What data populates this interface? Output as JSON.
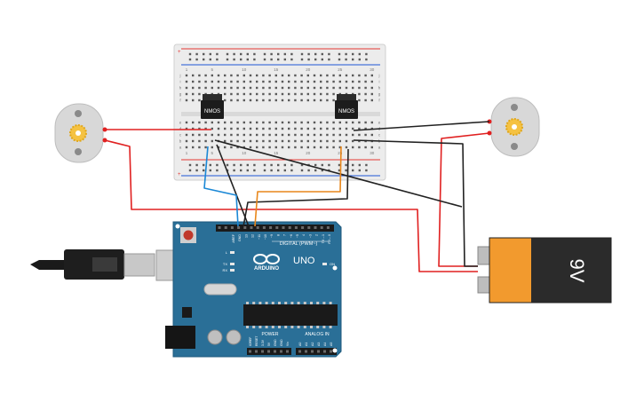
{
  "canvas": {
    "background": "#ffffff"
  },
  "breadboard": {
    "column_numbers": [
      "1",
      "5",
      "10",
      "15",
      "20",
      "25",
      "30"
    ],
    "row_letters_top": [
      "j",
      "i",
      "h",
      "g",
      "f"
    ],
    "row_letters_bottom": [
      "e",
      "d",
      "c",
      "b",
      "a"
    ],
    "body_color": "#ececec",
    "rail_red": "#e53935",
    "rail_blue": "#1e56d6"
  },
  "transistors": [
    {
      "id": "left",
      "label": "NMOS"
    },
    {
      "id": "right",
      "label": "NMOS"
    }
  ],
  "motors": [
    {
      "id": "left"
    },
    {
      "id": "right"
    }
  ],
  "battery": {
    "label": "9V",
    "body_color": "#f29a2e",
    "cap_color": "#2b2b2b"
  },
  "arduino": {
    "brand": "ARDUINO",
    "model": "UNO",
    "logo": "∞",
    "header_digital": "DIGITAL (PWM~)",
    "header_power": "POWER",
    "header_analog": "ANALOG IN",
    "pin_labels_top": [
      "AREF",
      "GND",
      "13",
      "12",
      "~11",
      "~10",
      "~9",
      "8",
      "7",
      "~6",
      "~5",
      "4",
      "~3",
      "2",
      "TX→1",
      "RX←0"
    ],
    "pin_labels_power": [
      "IOREF",
      "RESET",
      "3.3V",
      "5V",
      "GND",
      "GND",
      "Vin"
    ],
    "pin_labels_analog": [
      "A0",
      "A1",
      "A2",
      "A3",
      "A4",
      "A5"
    ],
    "led_labels": [
      "L",
      "TX",
      "RX",
      "ON"
    ],
    "board_color": "#2a6f97"
  },
  "wire_colors": {
    "red": "#e02020",
    "black": "#222222",
    "blue": "#1b88d6",
    "orange": "#e8861a"
  }
}
